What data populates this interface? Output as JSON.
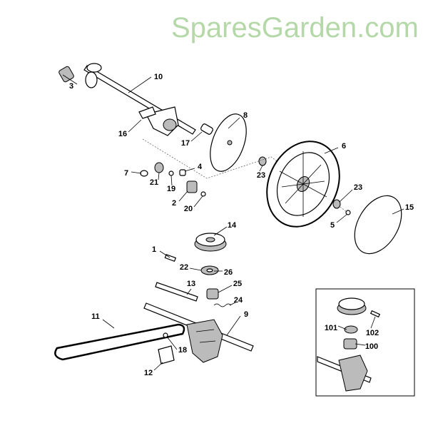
{
  "watermark": "SparesGarden.com",
  "callouts": [
    "3",
    "10",
    "16",
    "17",
    "8",
    "6",
    "7",
    "21",
    "19",
    "4",
    "2",
    "20",
    "23",
    "23",
    "5",
    "15",
    "14",
    "1",
    "22",
    "26",
    "13",
    "25",
    "24",
    "11",
    "9",
    "18",
    "12",
    "101",
    "102",
    "100"
  ],
  "colors": {
    "watermark": "#9ccc8c",
    "line": "#000000"
  }
}
